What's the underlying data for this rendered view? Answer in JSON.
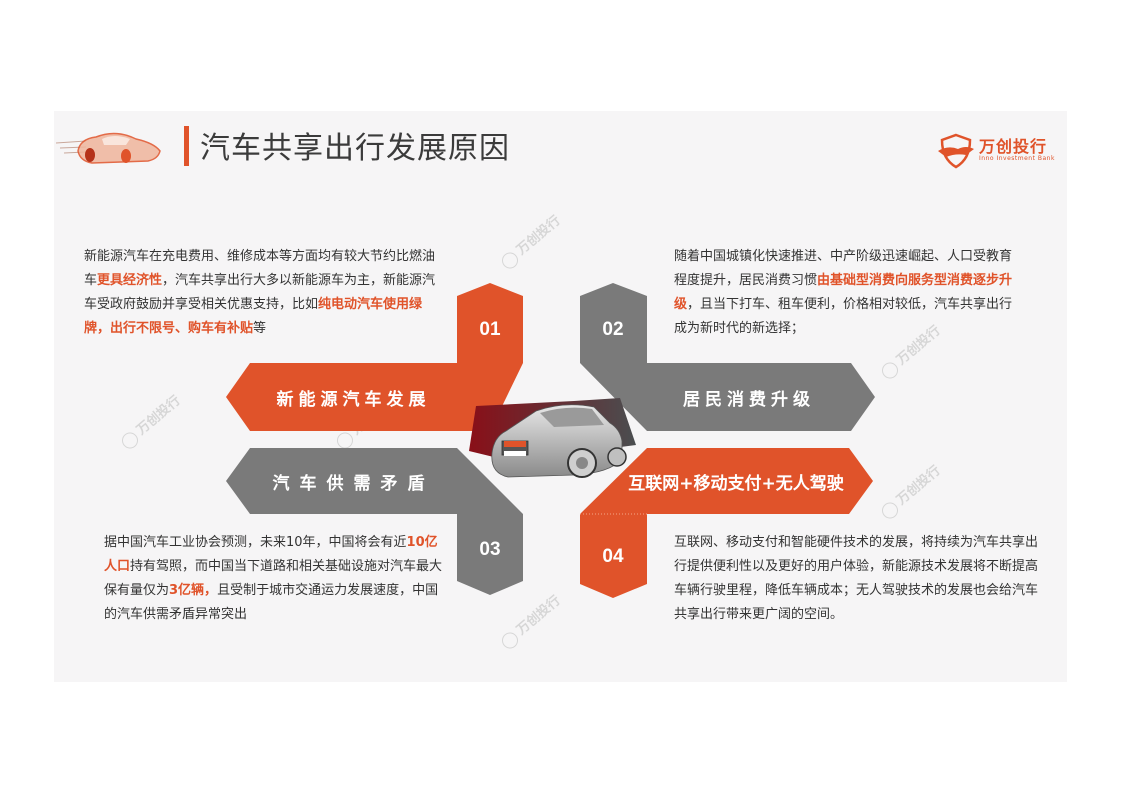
{
  "slide": {
    "title": "汽车共享出行发展原因",
    "logo": {
      "name": "万创投行",
      "subtitle": "Inno Investment Bank"
    },
    "watermark_text": "万创投行"
  },
  "colors": {
    "accent": "#e0532a",
    "gray": "#7a7a7a",
    "text": "#333333",
    "background": "#f6f5f6"
  },
  "reasons": [
    {
      "number": "01",
      "label": "新能源汽车发展",
      "color": "#e0532a",
      "paragraph": [
        {
          "text": "新能源汽车在充电费用、维修成本等方面均有较大节约比燃油车",
          "hl": false
        },
        {
          "text": "更具经济性",
          "hl": true
        },
        {
          "text": "，汽车共享出行大多以新能源车为主，新能源汽车受政府鼓励并享受相关优惠支持，比如",
          "hl": false
        },
        {
          "text": "纯电动汽车使用绿牌，出行不限号、购车有补贴",
          "hl": true
        },
        {
          "text": "等",
          "hl": false
        }
      ]
    },
    {
      "number": "02",
      "label": "居民消费升级",
      "color": "#7a7a7a",
      "paragraph": [
        {
          "text": "随着中国城镇化快速推进、中产阶级迅速崛起、人口受教育程度提升，居民消费习惯",
          "hl": false
        },
        {
          "text": "由基础型消费向服务型消费逐步升级",
          "hl": true
        },
        {
          "text": "，且当下打车、租车便利，价格相对较低，汽车共享出行成为新时代的新选择；",
          "hl": false
        }
      ]
    },
    {
      "number": "03",
      "label": "汽车供需矛盾",
      "color": "#7a7a7a",
      "paragraph": [
        {
          "text": "据中国汽车工业协会预测，未来10年，中国将会有近",
          "hl": false
        },
        {
          "text": "10亿人口",
          "hl": true
        },
        {
          "text": "持有驾照，而中国当下道路和相关基础设施对汽车最大保有量仅为",
          "hl": false
        },
        {
          "text": "3亿辆，",
          "hl": true
        },
        {
          "text": "且受制于城市交通运力发展速度，中国的汽车供需矛盾异常突出",
          "hl": false
        }
      ]
    },
    {
      "number": "04",
      "label": "互联网+移动支付+无人驾驶",
      "color": "#e0532a",
      "paragraph": [
        {
          "text": "互联网、移动支付和智能硬件技术的发展，将持续为汽车共享出行提供便利性以及更好的用户体验，新能源技术发展将不断提高车辆行驶里程，降低车辆成本；无人驾驶技术的发展也会给汽车共享出行带来更广阔的空间。",
          "hl": false
        }
      ]
    }
  ]
}
